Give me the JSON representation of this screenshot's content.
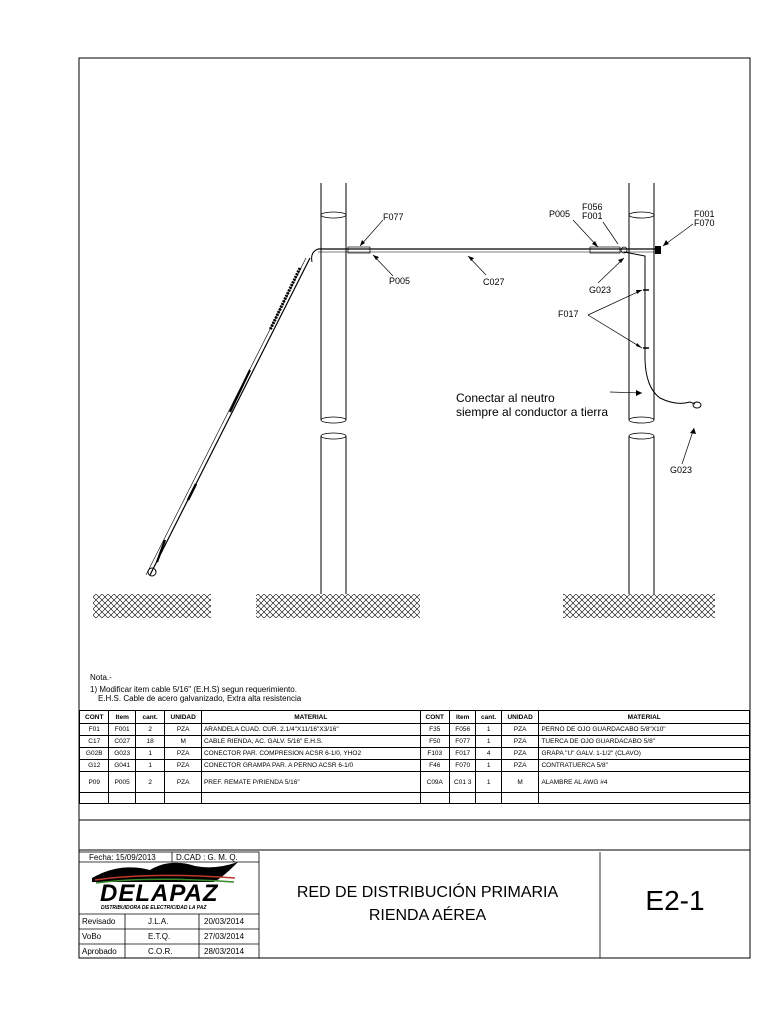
{
  "labels": {
    "f077": "F077",
    "p005_left": "P005",
    "c027": "C027",
    "p005_right": "P005",
    "f056": "F056",
    "f001_top": "F001",
    "f001_right": "F001",
    "f070": "F070",
    "g023_top": "G023",
    "f017": "F017",
    "g023_bottom": "G023",
    "neutral_line1": "Conectar al neutro",
    "neutral_line2": "siempre al conductor a tierra"
  },
  "notes": {
    "title": "Nota.-",
    "line1": "1) Modificar item cable 5/16\" (E.H.S) segun requerimiento.",
    "line2": "E.H.S. Cable de acero galvanizado, Extra alta resistencia"
  },
  "table": {
    "headers": [
      "CONT",
      "Item",
      "cant.",
      "UNIDAD",
      "MATERIAL",
      "CONT",
      "Item",
      "cant.",
      "UNIDAD",
      "MATERIAL"
    ],
    "rows": [
      [
        "F01",
        "F001",
        "2",
        "PZA",
        "ARANDELA CUAD. CUR. 2.1/4\"X11/16\"X3/16\"",
        "F35",
        "F056",
        "1",
        "PZA",
        "PERNO DE OJO GUARDACABO 5/8\"X10\""
      ],
      [
        "C17",
        "C027",
        "18",
        "M",
        "CABLE RIENDA, AC. GALV. 5/16\" E.H.S.",
        "F50",
        "F077",
        "1",
        "PZA",
        "TUERCA DE OJO GUARDACABO 5/8\""
      ],
      [
        "G02B",
        "G023",
        "1",
        "PZA",
        "CONECTOR PAR. COMPRESION ACSR 6-1/0, YHO2",
        "F103",
        "F017",
        "4",
        "PZA",
        "GRAPA \"U\" GALV. 1-1/2\" (CLAVO)"
      ],
      [
        "G12",
        "G041",
        "1",
        "PZA",
        "CONECTOR GRAMPA PAR. A PERNO ACSR 6-1/0",
        "F46",
        "F070",
        "1",
        "PZA",
        "CONTRATUERCA 5/8\""
      ],
      [
        "P09",
        "P005",
        "2",
        "PZA",
        "PREF. REMATE P/RIENDA 5/16\"",
        "C09A",
        "C01 3",
        "1",
        "M",
        "ALAMBRE AL AWG #4"
      ]
    ]
  },
  "titleblock": {
    "fecha": "Fecha: 15/09/2013",
    "dcad": "D.CAD : G. M. Q.",
    "logo_text": "DELAPAZ",
    "logo_sub": "DISTRIBUIDORA DE ELECTRICIDAD LA PAZ",
    "rows": [
      {
        "role": "Revisado",
        "who": "J.L.A.",
        "date": "20/03/2014"
      },
      {
        "role": "VoBo",
        "who": "E.T.Q.",
        "date": "27/03/2014"
      },
      {
        "role": "Aprobado",
        "who": "C.O.R.",
        "date": "28/03/2014"
      }
    ],
    "title1": "RED DE DISTRIBUCIÓN PRIMARIA",
    "title2": "RIENDA AÉREA",
    "code": "E2-1"
  },
  "colors": {
    "ink": "#000000",
    "logo_green": "#3a8a2e",
    "logo_red": "#c0392b",
    "logo_yellow": "#e8c21a"
  }
}
